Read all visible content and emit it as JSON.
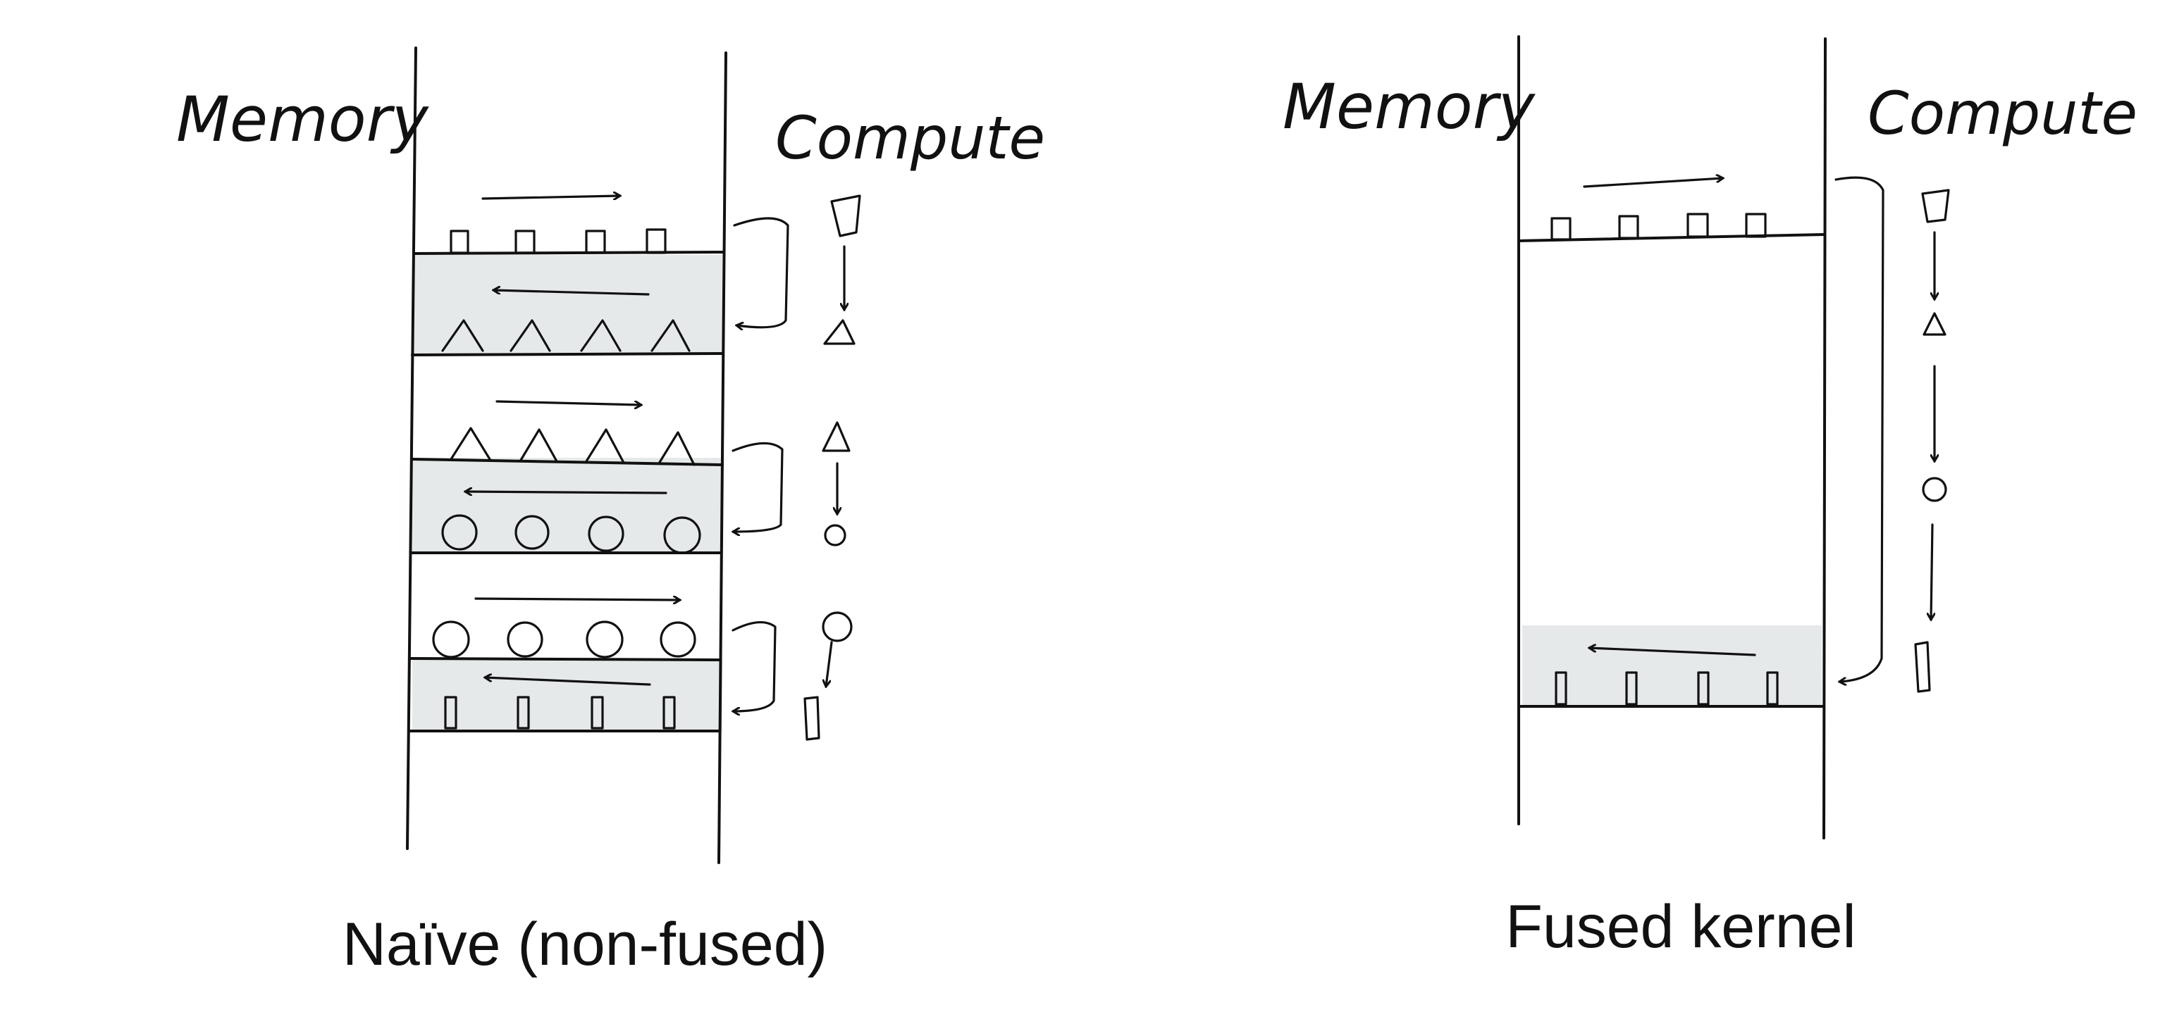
{
  "colors": {
    "ink": "#111111",
    "shade": "#e6e9ea",
    "background": "#ffffff"
  },
  "naive": {
    "memory_label": "Memory",
    "compute_label": "Compute",
    "caption": "Naïve (non-fused)",
    "stages": [
      {
        "input": "square",
        "output": "triangle"
      },
      {
        "input": "triangle",
        "output": "circle"
      },
      {
        "input": "circle",
        "output": "bar"
      }
    ]
  },
  "fused": {
    "memory_label": "Memory",
    "compute_label": "Compute",
    "caption": "Fused kernel",
    "compute_chain": [
      "square",
      "triangle",
      "circle",
      "bar"
    ]
  }
}
